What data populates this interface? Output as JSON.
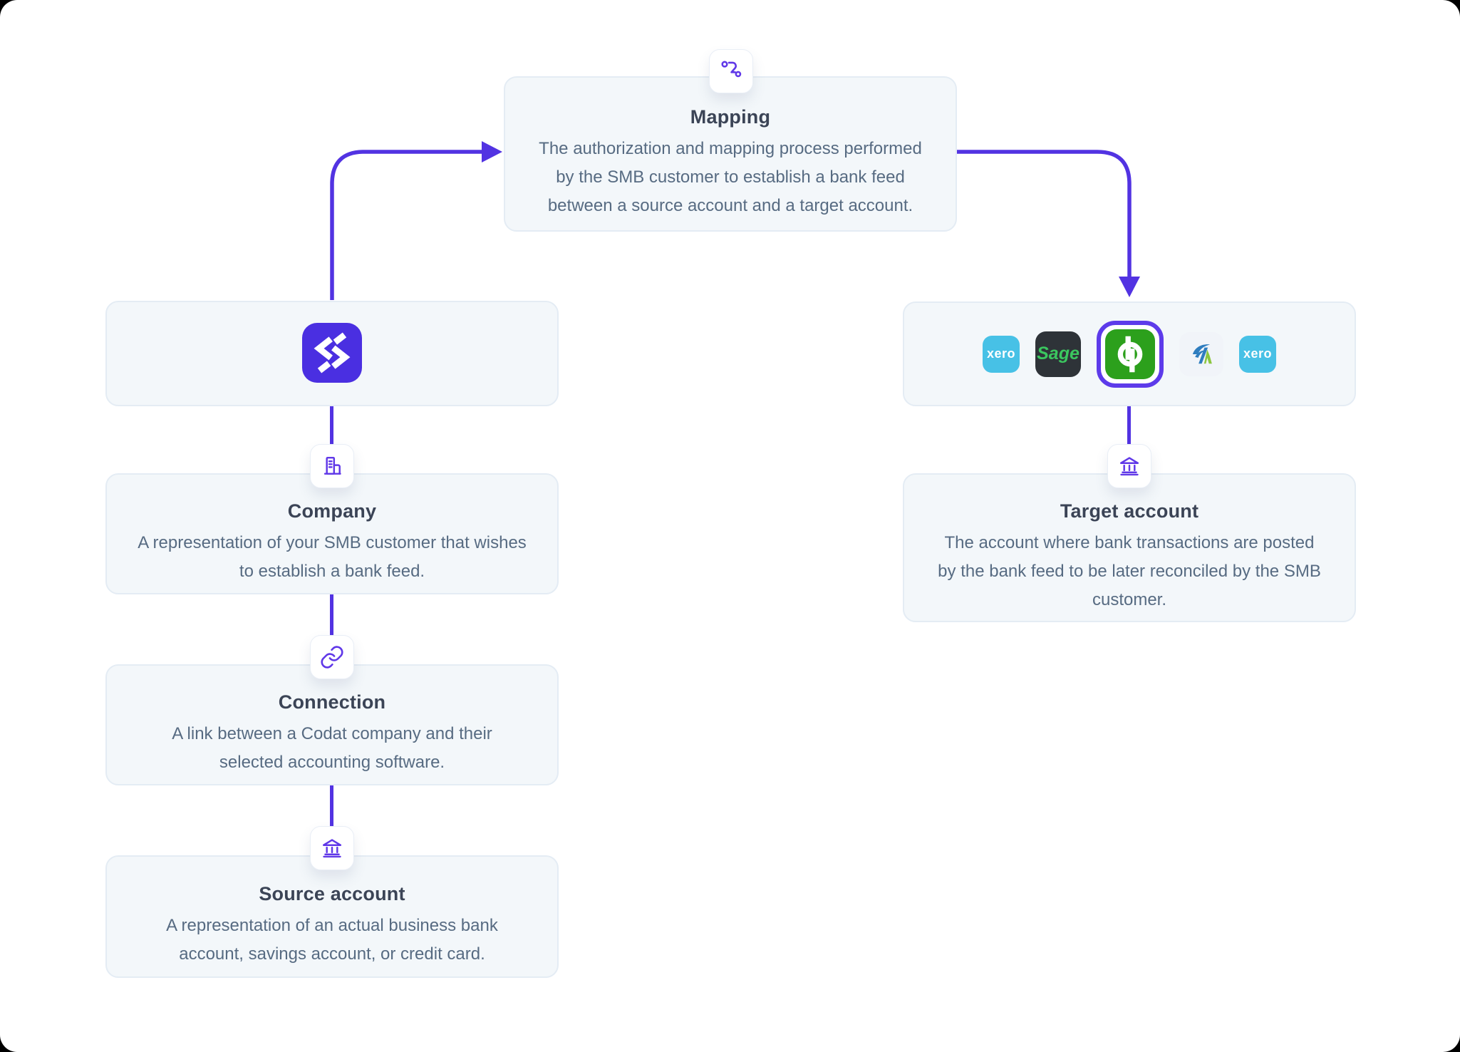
{
  "diagram": {
    "accent_color": "#5233e2",
    "box_background": "#f3f7fa",
    "box_border": "#e4ecf4",
    "title_color": "#3b4456",
    "body_color": "#576b82",
    "codat_purple": "#4a2fe1"
  },
  "nodes": {
    "mapping": {
      "icon": "route-icon",
      "title": "Mapping",
      "lines": [
        "The authorization and mapping process performed",
        "by the SMB customer to establish a bank feed",
        "between a source account and a target account."
      ]
    },
    "codat": {
      "icon": "codat-logo"
    },
    "company": {
      "icon": "building-icon",
      "title": "Company",
      "lines": [
        "A representation of your SMB customer that wishes",
        "to establish a bank feed."
      ]
    },
    "connection": {
      "icon": "link-icon",
      "title": "Connection",
      "lines": [
        "A link between a Codat company and their",
        "selected accounting software."
      ]
    },
    "source_account": {
      "icon": "bank-icon",
      "title": "Source account",
      "lines": [
        "A representation of an actual business bank",
        "account, savings account, or credit card."
      ]
    },
    "target_account": {
      "icon": "bank-icon",
      "title": "Target account",
      "lines": [
        "The account where bank transactions are posted",
        "by the bank feed to be later reconciled by the SMB",
        "customer."
      ]
    }
  },
  "platform_logos": {
    "items": [
      {
        "name": "xero",
        "label": "xero",
        "bg": "#47c1e6",
        "selected": false
      },
      {
        "name": "sage",
        "label": "Sage",
        "bg": "#2e3338",
        "fg": "#3bc75f",
        "selected": false
      },
      {
        "name": "quickbooks",
        "label": "",
        "bg": "#2ca01c",
        "selected": true,
        "ring_color": "#5d3bea"
      },
      {
        "name": "freeagent",
        "label": "",
        "bg": "#f1f4f9",
        "selected": false
      },
      {
        "name": "xero",
        "label": "xero",
        "bg": "#47c1e6",
        "selected": false
      }
    ]
  }
}
